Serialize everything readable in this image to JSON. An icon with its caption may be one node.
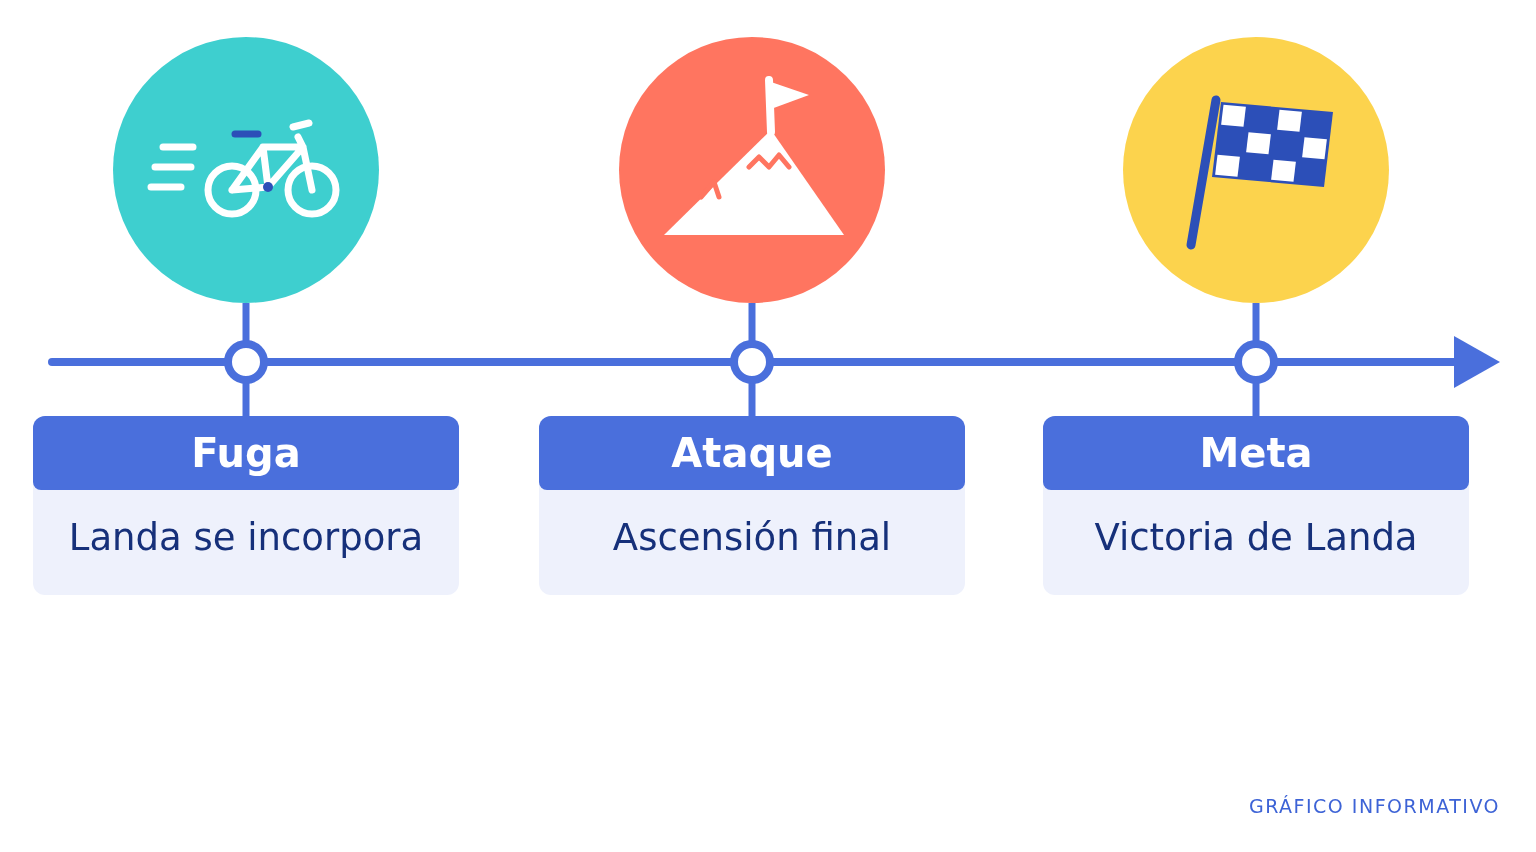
{
  "diagram": {
    "nodes": [
      {
        "text": [],
        "shape": "circle"
      },
      {
        "text": [],
        "shape": "circle"
      },
      {
        "text": [],
        "shape": "circle"
      },
      {
        "text": [
          "Fuga",
          "Landa se incorpora"
        ]
      },
      {
        "text": [
          "Ataque",
          "Ascensión final"
        ]
      },
      {
        "text": [
          "Meta",
          "Victoria de Landa"
        ]
      }
    ],
    "edges": [
      {
        "from": 0,
        "to": 3,
        "arrow": "none"
      },
      {
        "from": 1,
        "to": 4,
        "arrow": "none"
      },
      {
        "from": 2,
        "to": 5,
        "arrow": "none"
      }
    ],
    "labels": [
      "GRÁFICO INFORMATIVO"
    ]
  }
}
